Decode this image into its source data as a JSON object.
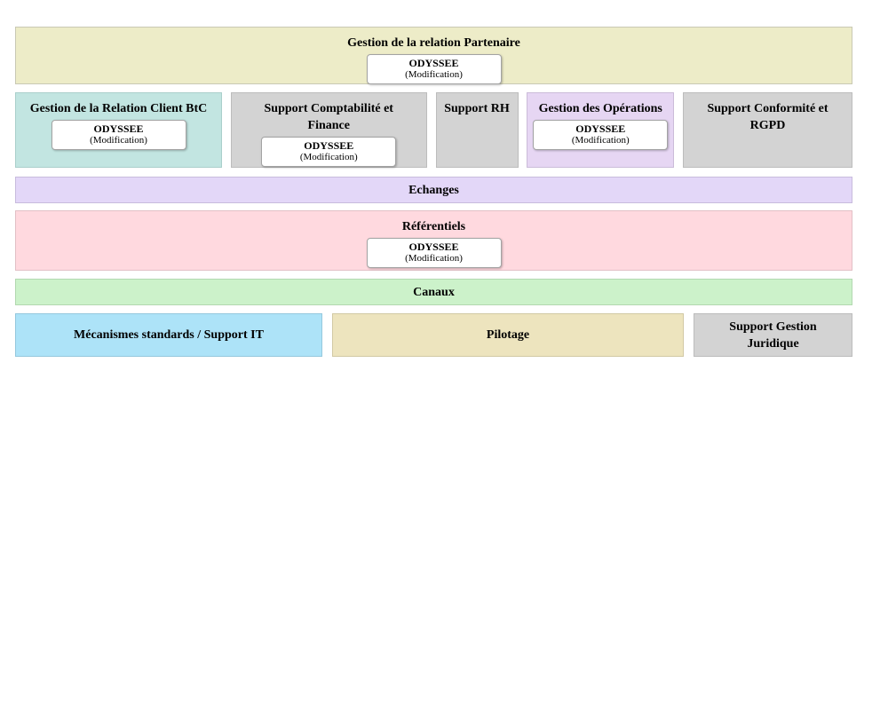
{
  "diagram": {
    "top_block": {
      "title": "Gestion de la relation Partenaire",
      "app": {
        "name": "ODYSSEE",
        "note": "(Modification)"
      }
    },
    "row2": [
      {
        "title": "Gestion de la Relation Client BtC",
        "app": {
          "name": "ODYSSEE",
          "note": "(Modification)"
        }
      },
      {
        "title": "Support Comptabilité et Finance",
        "app": {
          "name": "ODYSSEE",
          "note": "(Modification)"
        }
      },
      {
        "title": "Support RH"
      },
      {
        "title": "Gestion des Opérations",
        "app": {
          "name": "ODYSSEE",
          "note": "(Modification)"
        }
      },
      {
        "title": "Support Conformité et RGPD"
      }
    ],
    "echanges": {
      "title": "Echanges"
    },
    "referentiels": {
      "title": "Référentiels",
      "app": {
        "name": "ODYSSEE",
        "note": "(Modification)"
      }
    },
    "canaux": {
      "title": "Canaux"
    },
    "bottom_row": [
      {
        "title": "Mécanismes standards / Support IT"
      },
      {
        "title": "Pilotage"
      },
      {
        "title": "Support Gestion Juridique"
      }
    ],
    "colors": {
      "top_block": "#edecc8",
      "client_btc": "#c2e5e1",
      "support_gray": "#d3d3d3",
      "operations": "#e6d6f3",
      "echanges": "#e3d7f8",
      "referentiels": "#ffd9df",
      "canaux": "#ccf2ca",
      "mecanismes": "#ade3f8",
      "pilotage": "#ede4be",
      "app_box_bg": "#ffffff",
      "text": "#000000"
    }
  }
}
